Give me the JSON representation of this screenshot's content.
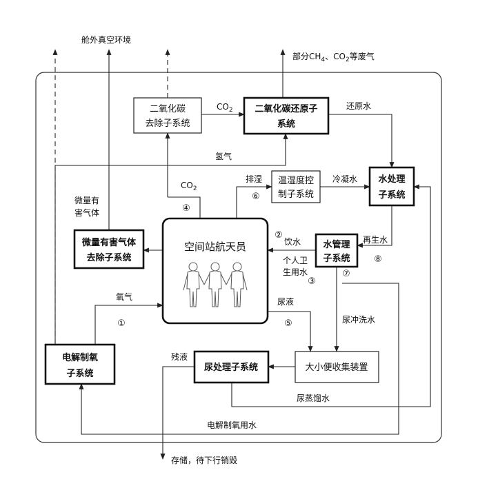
{
  "boxes": {
    "co2_removal": [
      "二氧化碳",
      "去除子系统"
    ],
    "co2_reduction": [
      "二氧化碳还原子",
      "系统"
    ],
    "water_treatment": [
      "水处理",
      "子系统"
    ],
    "humidity_control": [
      "温湿度控",
      "制子系统"
    ],
    "water_management": [
      "水管理",
      "子系统"
    ],
    "trace_gas_removal": [
      "微量有害气体",
      "去除子系统"
    ],
    "crew": "空间站航天员",
    "electrolysis": [
      "电解制氧",
      "子系统"
    ],
    "urine_processing": "尿处理子系统",
    "toilet": "大小便收集装置"
  },
  "labels": {
    "vacuum": "舱外真空环境",
    "waste_gas_prefix": "部分CH",
    "waste_gas_sub4": "4",
    "waste_gas_mid": "、CO",
    "waste_gas_sub2": "2",
    "waste_gas_suffix": "等废气",
    "co2_top_main": "CO",
    "co2_top_sub": "2",
    "reduced_water": "还原水",
    "hydrogen": "氢气",
    "co2_mid_main": "CO",
    "co2_mid_sub": "2",
    "trace_gas": [
      "微量有",
      "害气体"
    ],
    "dehumidify": "排湿",
    "condensate": "冷凝水",
    "drinking_water": "饮水",
    "regen_water": "再生水",
    "hygiene_water": [
      "个人卫",
      "生用水"
    ],
    "oxygen": "氧气",
    "urine": "尿液",
    "flush_water": "尿冲洗水",
    "residue": "残液",
    "urine_distillate": "尿蒸馏水",
    "electrolysis_water": "电解制氧用水",
    "storage": "存储，待下行销毁"
  },
  "numbers": [
    "①",
    "②",
    "③",
    "④",
    "⑤",
    "⑥",
    "⑦",
    "⑧"
  ]
}
